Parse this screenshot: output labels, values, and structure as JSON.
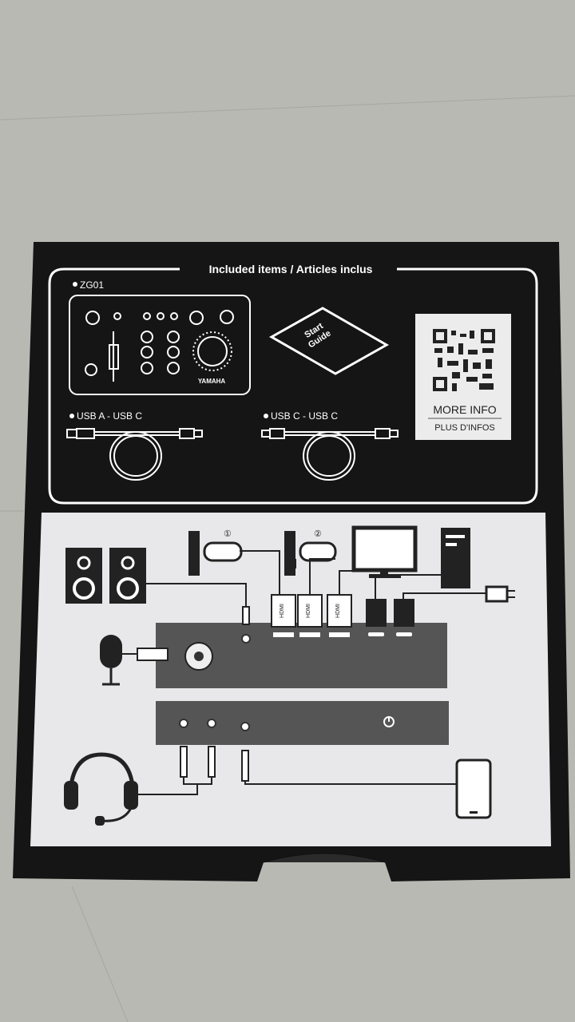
{
  "box": {
    "header": "Included items / Articles inclus",
    "items": {
      "device_label": "ZG01",
      "brand": "YAMAHA",
      "guide_line1": "Start",
      "guide_line2": "Guide",
      "cable1": "USB A - USB C",
      "cable2": "USB C - USB C",
      "more_info": "MORE INFO",
      "plus_infos": "PLUS D'INFOS"
    },
    "diagram": {
      "console1": "①",
      "console2": "②",
      "hdmi": [
        "HDMI",
        "HDMI",
        "HDMI"
      ]
    }
  },
  "colors": {
    "floor": "#b8b9b3",
    "box": "#161616",
    "panel": "#e9e9ec",
    "device": "#555555"
  }
}
